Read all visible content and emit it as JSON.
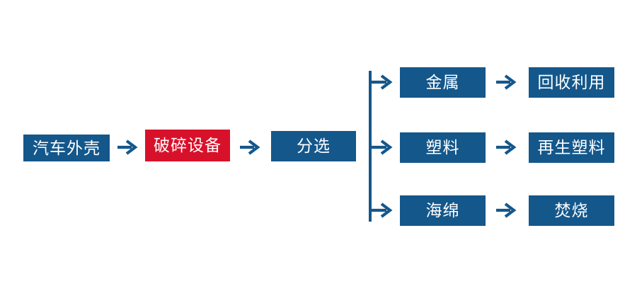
{
  "palette": {
    "blue": "#14578B",
    "red": "#D8112B",
    "text": "#FFFFFF",
    "background": "#FFFFFF"
  },
  "diagram": {
    "main_flow": [
      {
        "label": "汽车外壳"
      },
      {
        "label": "破碎设备"
      },
      {
        "label": "分选"
      }
    ],
    "branches": [
      {
        "material": "金属",
        "outcome": "回收利用"
      },
      {
        "material": "塑料",
        "outcome": "再生塑料"
      },
      {
        "material": "海绵",
        "outcome": "焚烧"
      }
    ]
  }
}
